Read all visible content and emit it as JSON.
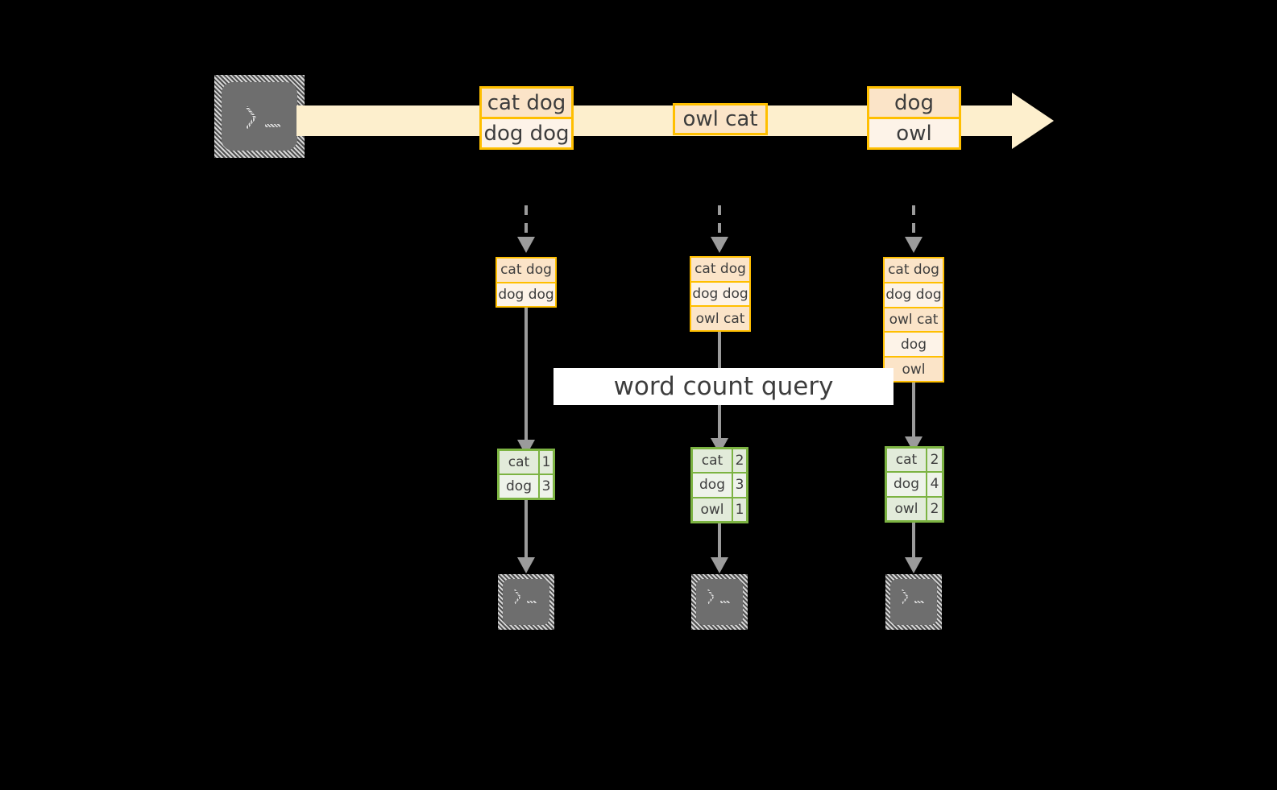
{
  "diagram": {
    "title_banner": "word count query",
    "colors": {
      "stream_band": "#fdefcd",
      "event_border": "#ffbf00",
      "event_fill_dark": "#fbe4c8",
      "event_fill_light": "#fdf3e8",
      "table_border": "#7cb342",
      "table_fill_dark": "#e2ebda",
      "table_fill_light": "#eef3ea",
      "connector": "#9b9b9b",
      "terminal": "#6e6e6e",
      "background": "#000000",
      "text": "#3d3d3d"
    },
    "source": {
      "icon": "terminal-icon",
      "prompt": ">_"
    },
    "stream": {
      "label": "event-stream-arrow",
      "groups": [
        {
          "name": "stream-group-1",
          "lines": [
            "cat dog",
            "dog dog"
          ]
        },
        {
          "name": "stream-group-2",
          "lines": [
            "owl cat"
          ]
        },
        {
          "name": "stream-group-3",
          "lines": [
            "dog",
            "owl"
          ]
        }
      ]
    },
    "snapshots": [
      {
        "name": "snapshot-1",
        "lines": [
          "cat dog",
          "dog dog"
        ]
      },
      {
        "name": "snapshot-2",
        "lines": [
          "cat dog",
          "dog dog",
          "owl cat"
        ]
      },
      {
        "name": "snapshot-3",
        "lines": [
          "cat dog",
          "dog dog",
          "owl cat",
          "dog",
          "owl"
        ]
      }
    ],
    "results": [
      {
        "name": "result-table-1",
        "rows": [
          {
            "word": "cat",
            "count": "1"
          },
          {
            "word": "dog",
            "count": "3"
          }
        ]
      },
      {
        "name": "result-table-2",
        "rows": [
          {
            "word": "cat",
            "count": "2"
          },
          {
            "word": "dog",
            "count": "3"
          },
          {
            "word": "owl",
            "count": "1"
          }
        ]
      },
      {
        "name": "result-table-3",
        "rows": [
          {
            "word": "cat",
            "count": "2"
          },
          {
            "word": "dog",
            "count": "4"
          },
          {
            "word": "owl",
            "count": "2"
          }
        ]
      }
    ],
    "sinks": [
      {
        "name": "sink-1",
        "icon": "terminal-icon",
        "prompt": ">_"
      },
      {
        "name": "sink-2",
        "icon": "terminal-icon",
        "prompt": ">_"
      },
      {
        "name": "sink-3",
        "icon": "terminal-icon",
        "prompt": ">_"
      }
    ]
  }
}
